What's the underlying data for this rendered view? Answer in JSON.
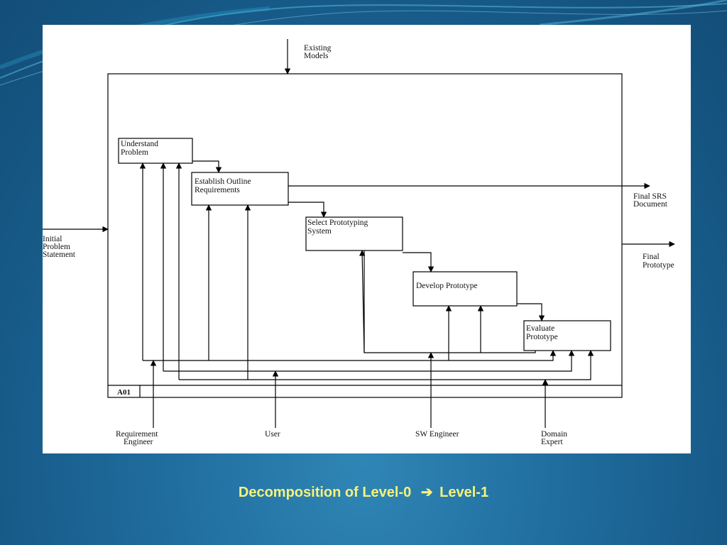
{
  "diagram": {
    "frame_label": "A01",
    "control_input": [
      "Existing",
      "Models"
    ],
    "input": [
      "Initial",
      "Problem",
      "Statement"
    ],
    "outputs": {
      "srs": [
        "Final SRS",
        "Document"
      ],
      "prototype": [
        "Final",
        "Prototype"
      ]
    },
    "activities": [
      {
        "id": "understand",
        "lines": [
          "Understand",
          "Problem"
        ]
      },
      {
        "id": "establish",
        "lines": [
          "Establish Outline",
          "Requirements"
        ]
      },
      {
        "id": "select",
        "lines": [
          "Select Prototyping",
          "System"
        ]
      },
      {
        "id": "develop",
        "lines": [
          "Develop Prototype"
        ]
      },
      {
        "id": "evaluate",
        "lines": [
          "Evaluate",
          "Prototype"
        ]
      }
    ],
    "mechanisms": [
      {
        "id": "req-eng",
        "lines": [
          "Requirement",
          "Engineer"
        ]
      },
      {
        "id": "user",
        "lines": [
          "User"
        ]
      },
      {
        "id": "sw-eng",
        "lines": [
          "SW Engineer"
        ]
      },
      {
        "id": "domain",
        "lines": [
          "Domain",
          "Expert"
        ]
      }
    ]
  },
  "caption": {
    "left": "Decomposition of Level-0",
    "arrow": "➔",
    "right": "Level-1"
  }
}
